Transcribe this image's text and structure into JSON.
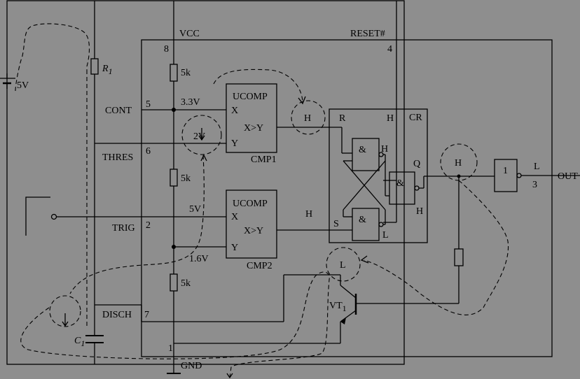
{
  "labels": {
    "vcc": "VCC",
    "reset": "RESET#",
    "pin8": "8",
    "pin4": "4",
    "pin5": "5",
    "pin6": "6",
    "pin2": "2",
    "pin7": "7",
    "pin1": "1",
    "pin3": "3",
    "res_top": "5k",
    "res_mid": "5k",
    "res_bot": "5k",
    "r1": "R",
    "r1_sub": "1",
    "c1": "C",
    "c1_sub": "1",
    "battery": "5V",
    "cont": "CONT",
    "thres": "THRES",
    "trig": "TRIG",
    "disch": "DISCH",
    "gnd": "GND",
    "out": "OUT",
    "v33": "3.3V",
    "v16": "1.6V",
    "v5": "5V",
    "v2": "2V",
    "ucomp1": "UCOMP",
    "ucomp2": "UCOMP",
    "x1": "X",
    "y1": "Y",
    "x2": "X",
    "y2": "Y",
    "cmp_out1": "X>Y",
    "cmp_out2": "X>Y",
    "cmp1": "CMP1",
    "cmp2": "CMP2",
    "cr": "CR",
    "r_in": "R",
    "s_in": "S",
    "h_r": "H",
    "q": "Q",
    "and": "&",
    "h_gate1": "H",
    "h_gate3": "H",
    "l_gate2": "L",
    "h_cmp2_out": "H",
    "h_circle_cmp1": "H",
    "h_circle_q": "H",
    "l_circle_vt": "L",
    "not_gate": "1",
    "out_level": "L",
    "vt": "VT",
    "vt_sub": "1"
  },
  "colors": {
    "background": "#8e8e8e",
    "line": "#000000"
  }
}
